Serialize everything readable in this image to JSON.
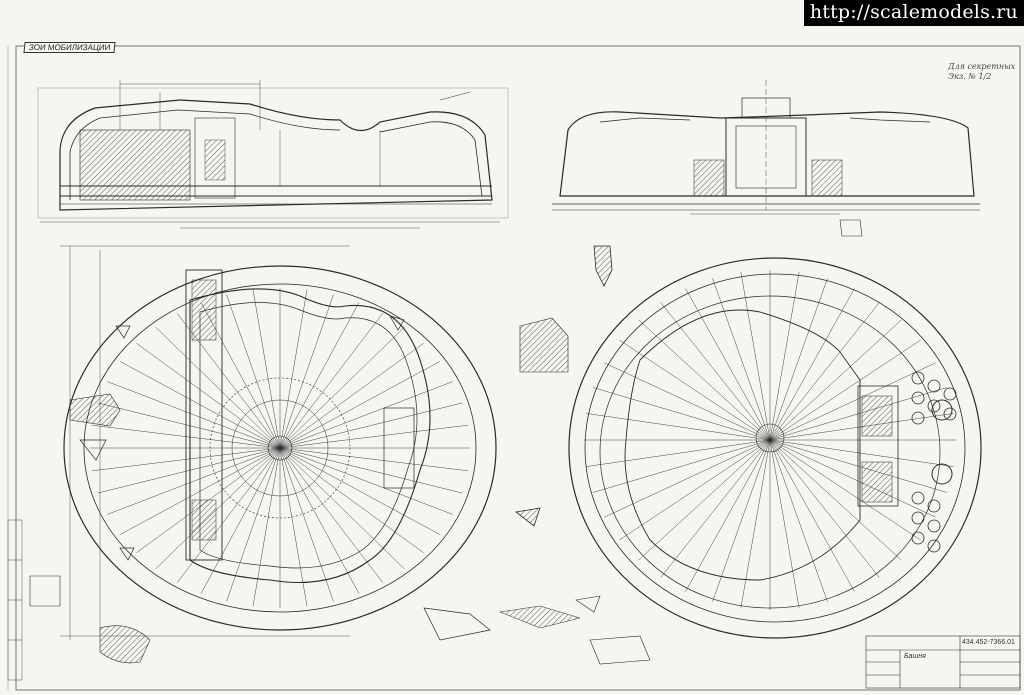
{
  "watermark": "http://scalemodels.ru",
  "stamp": "ЗОИ МОБИЛИЗАЦИИ",
  "top_right_note": "Для секретных Экз. № 1/2",
  "title_block": {
    "code": "434.452-7366.01",
    "name": "Башня"
  },
  "colors": {
    "paper": "#f6f5f1",
    "ink": "#2a2a2a",
    "watermark_bg": "#000000",
    "watermark_fg": "#ffffff"
  }
}
